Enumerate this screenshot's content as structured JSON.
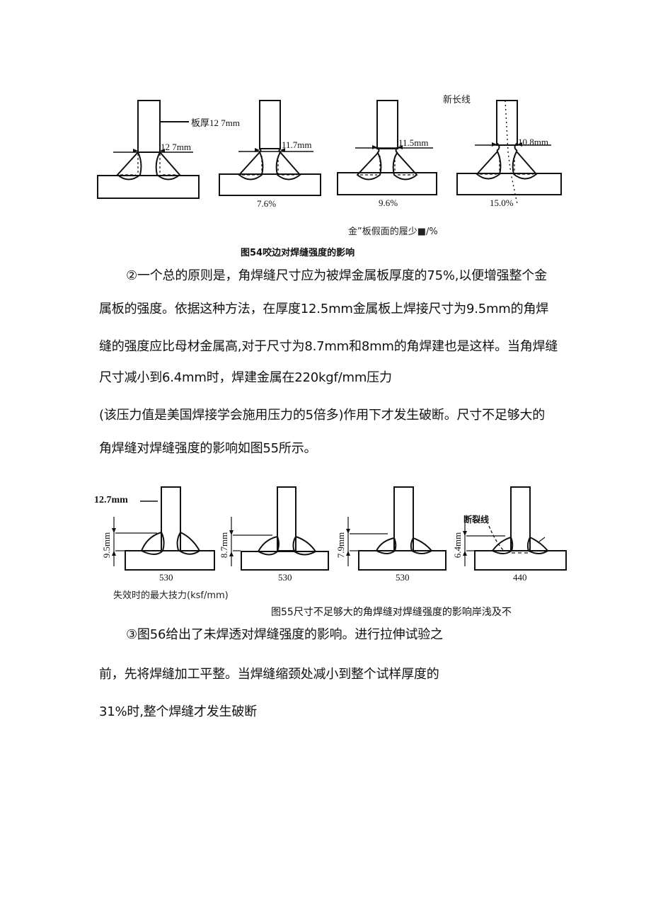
{
  "figure54": {
    "top_label": "新长线",
    "plate_label": "板厚12 7mm",
    "panels": [
      {
        "dimension": "12 7mm",
        "percent": ""
      },
      {
        "dimension": "11.7mm",
        "percent": "7.6%"
      },
      {
        "dimension": "11.5mm",
        "percent": "9.6%"
      },
      {
        "dimension": "10.8mm",
        "percent": "15.0%"
      }
    ],
    "axis_caption": "金”板假面的履少■/%",
    "title": "图54咬边对焊缝强度的影响"
  },
  "paragraph2": {
    "lines": [
      "②一个总的原则是，角焊缝尺寸应为被焊金属板厚度的75%,以便增强整个金",
      "属板的强度。依据这种方法，在厚度12.5mm金属板上焊接尺寸为9.5mm的角焊",
      "缝的强度应比母材金属高,对于尺寸为8.7mm和8mm的角焊建也是这样。当角焊缝",
      "尺寸减小到6.4mm时，焊建金属在220kgf/mm压力",
      "(该压力值是美国焊接学会施用压力的5倍多)作用下才发生破断。尺寸不足够大的",
      "角焊缝对焊缝强度的影响如图55所示。"
    ]
  },
  "figure55": {
    "plate_label": "12.7mm",
    "fracture_label": "断裂线",
    "panels": [
      {
        "dimension": "9.5mm",
        "load": "530"
      },
      {
        "dimension": "8.7mm",
        "load": "530"
      },
      {
        "dimension": "7.9mm",
        "load": "530"
      },
      {
        "dimension": "6.4mm",
        "load": "440"
      }
    ],
    "axis_caption": "失效时的最大技力(ksf/mm)",
    "title": "图55尺寸不足够大的角焊缝对焊缝强度的影响岸浅及不"
  },
  "paragraph3": {
    "lines": [
      "③图56给出了未焊透对焊缝强度的影响。进行拉伸试验之",
      "前，先将焊缝加工平整。当焊缝缩颈处减小到整个试样厚度的",
      "31%时,整个焊缝才发生破断"
    ]
  }
}
